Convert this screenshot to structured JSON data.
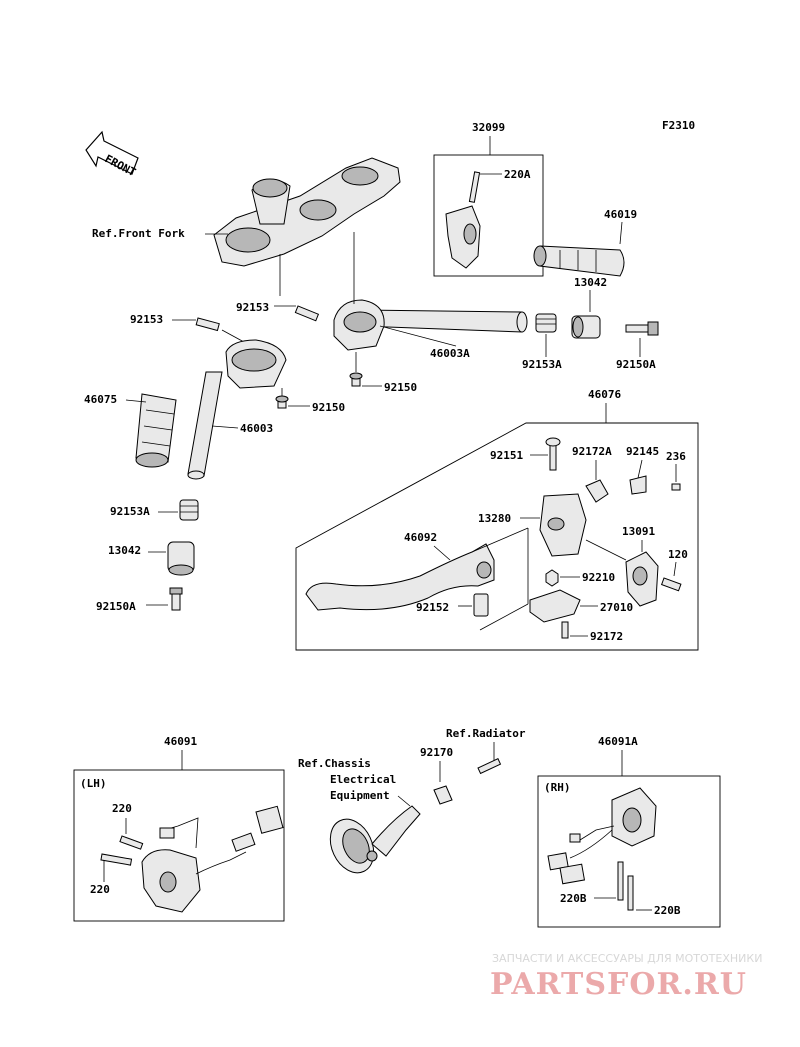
{
  "figure_code": "F2310",
  "front_arrow": "FRONT",
  "references": {
    "front_fork": "Ref.Front Fork",
    "radiator": "Ref.Radiator",
    "chassis_line1": "Ref.Chassis",
    "chassis_line2": "Electrical",
    "chassis_line3": "Equipment"
  },
  "side_labels": {
    "lh": "(LH)",
    "rh": "(RH)"
  },
  "parts": {
    "p32099": "32099",
    "p220A": "220A",
    "p46019": "46019",
    "p13042_top": "13042",
    "p92153_top": "92153",
    "p92153_left": "92153",
    "p46003A": "46003A",
    "p92153A_right": "92153A",
    "p92150A_right": "92150A",
    "p92150_center": "92150",
    "p92150_left": "92150",
    "p46075": "46075",
    "p46003": "46003",
    "p46076": "46076",
    "p92151": "92151",
    "p92172A": "92172A",
    "p92145": "92145",
    "p236": "236",
    "p13280": "13280",
    "p13091": "13091",
    "p46092": "46092",
    "p120": "120",
    "p92210": "92210",
    "p92152": "92152",
    "p27010": "27010",
    "p92172": "92172",
    "p92153A_left": "92153A",
    "p13042_left": "13042",
    "p92150A_left": "92150A",
    "p46091": "46091",
    "p220_a": "220",
    "p220_b": "220",
    "p92170": "92170",
    "p46091A": "46091A",
    "p220B_a": "220B",
    "p220B_b": "220B"
  },
  "watermark": {
    "line1": "ЗАПЧАСТИ И АКСЕССУАРЫ ДЛЯ МОТОТЕХНИКИ",
    "line2": "PARTSFOR.RU"
  }
}
